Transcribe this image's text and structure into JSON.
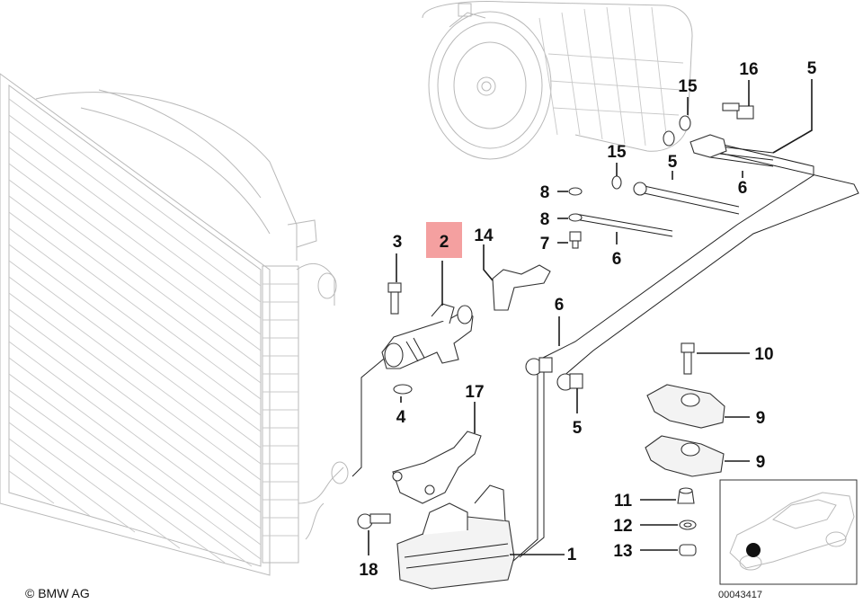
{
  "callouts": {
    "c1": "1",
    "c2": "2",
    "c3": "3",
    "c4": "4",
    "c5a": "5",
    "c5b": "5",
    "c5c": "5",
    "c6a": "6",
    "c6b": "6",
    "c6c": "6",
    "c7": "7",
    "c8a": "8",
    "c8b": "8",
    "c9a": "9",
    "c9b": "9",
    "c10": "10",
    "c11": "11",
    "c12": "12",
    "c13": "13",
    "c14": "14",
    "c15a": "15",
    "c15b": "15",
    "c16": "16",
    "c17": "17",
    "c18": "18"
  },
  "copyright": "© BMW AG",
  "reference_number": "00043417",
  "colors": {
    "highlight": "#f4a0a0",
    "ink": "#111111"
  }
}
